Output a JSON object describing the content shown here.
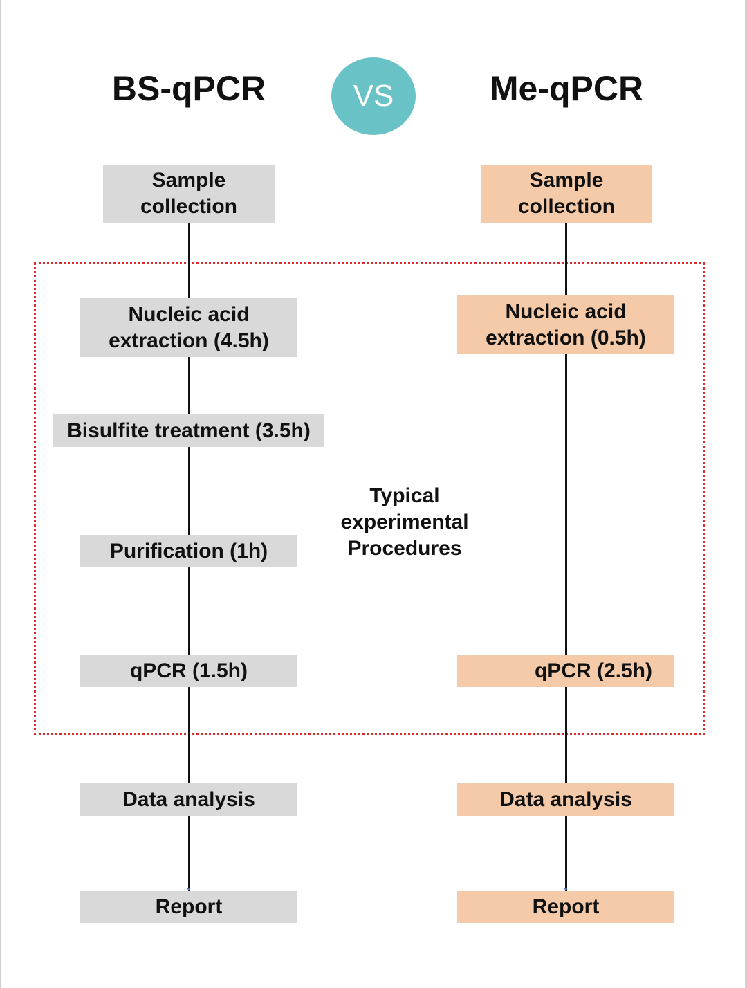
{
  "titles": {
    "left": "BS-qPCR",
    "vs": "VS",
    "right": "Me-qPCR"
  },
  "center_label": "Typical\nexperimental\nProcedures",
  "bs_qpcr_steps": [
    "Sample\ncollection",
    "Nucleic acid\nextraction (4.5h)",
    "Bisulfite treatment (3.5h)",
    "Purification (1h)",
    "qPCR (1.5h)",
    "Data analysis",
    "Report"
  ],
  "me_qpcr_steps": [
    "Sample\ncollection",
    "Nucleic acid\nextraction (0.5h)",
    "qPCR (2.5h)",
    "Data analysis",
    "Report"
  ],
  "colors": {
    "bs_box": "#d9d9d9",
    "me_box": "#f4caa8",
    "vs_circle": "#68c2c6",
    "dotted_border": "#e0292b"
  }
}
